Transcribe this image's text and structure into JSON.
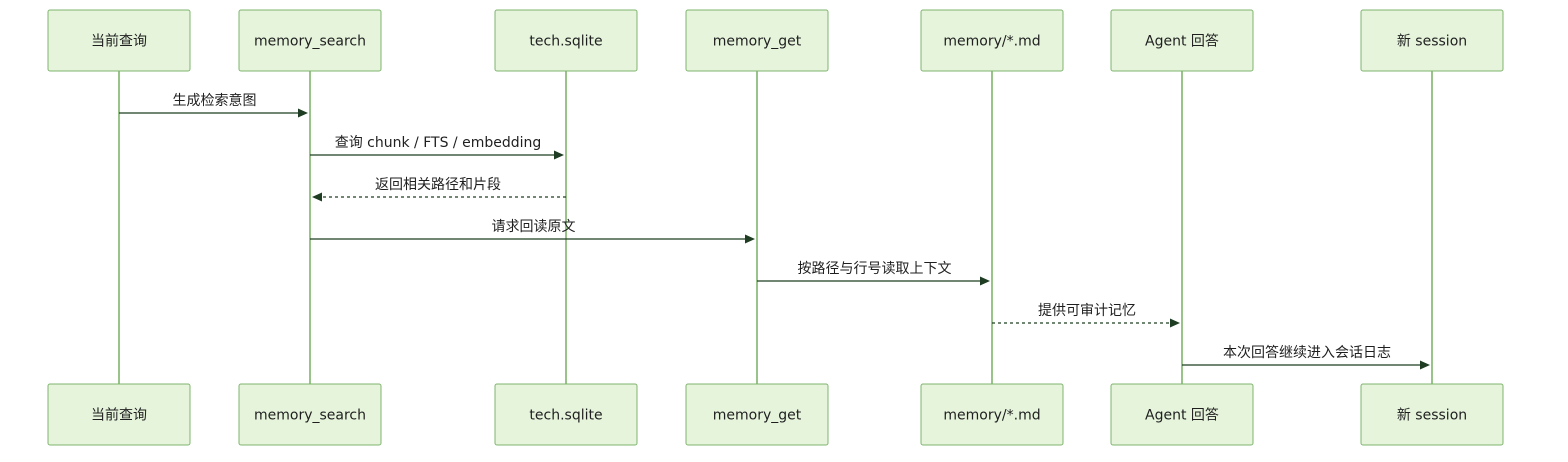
{
  "diagram": {
    "type": "sequence",
    "participants": [
      {
        "id": "query",
        "label": "当前查询"
      },
      {
        "id": "memory_search",
        "label": "memory_search"
      },
      {
        "id": "tech_sqlite",
        "label": "tech.sqlite"
      },
      {
        "id": "memory_get",
        "label": "memory_get"
      },
      {
        "id": "memory_md",
        "label": "memory/*.md"
      },
      {
        "id": "agent_answer",
        "label": "Agent 回答"
      },
      {
        "id": "new_session",
        "label": "新 session"
      }
    ],
    "messages": [
      {
        "from": 0,
        "to": 1,
        "label": "生成检索意图",
        "style": "solid"
      },
      {
        "from": 1,
        "to": 2,
        "label": "查询 chunk / FTS / embedding",
        "style": "solid"
      },
      {
        "from": 2,
        "to": 1,
        "label": "返回相关路径和片段",
        "style": "dashed"
      },
      {
        "from": 1,
        "to": 3,
        "label": "请求回读原文",
        "style": "solid"
      },
      {
        "from": 3,
        "to": 4,
        "label": "按路径与行号读取上下文",
        "style": "solid"
      },
      {
        "from": 4,
        "to": 5,
        "label": "提供可审计记忆",
        "style": "dashed"
      },
      {
        "from": 5,
        "to": 6,
        "label": "本次回答继续进入会话日志",
        "style": "solid"
      }
    ],
    "colors": {
      "actor_fill": "#e6f4dc",
      "actor_border": "#7fb56d",
      "lifeline": "#7fb56d",
      "message": "#1f3d22"
    }
  }
}
